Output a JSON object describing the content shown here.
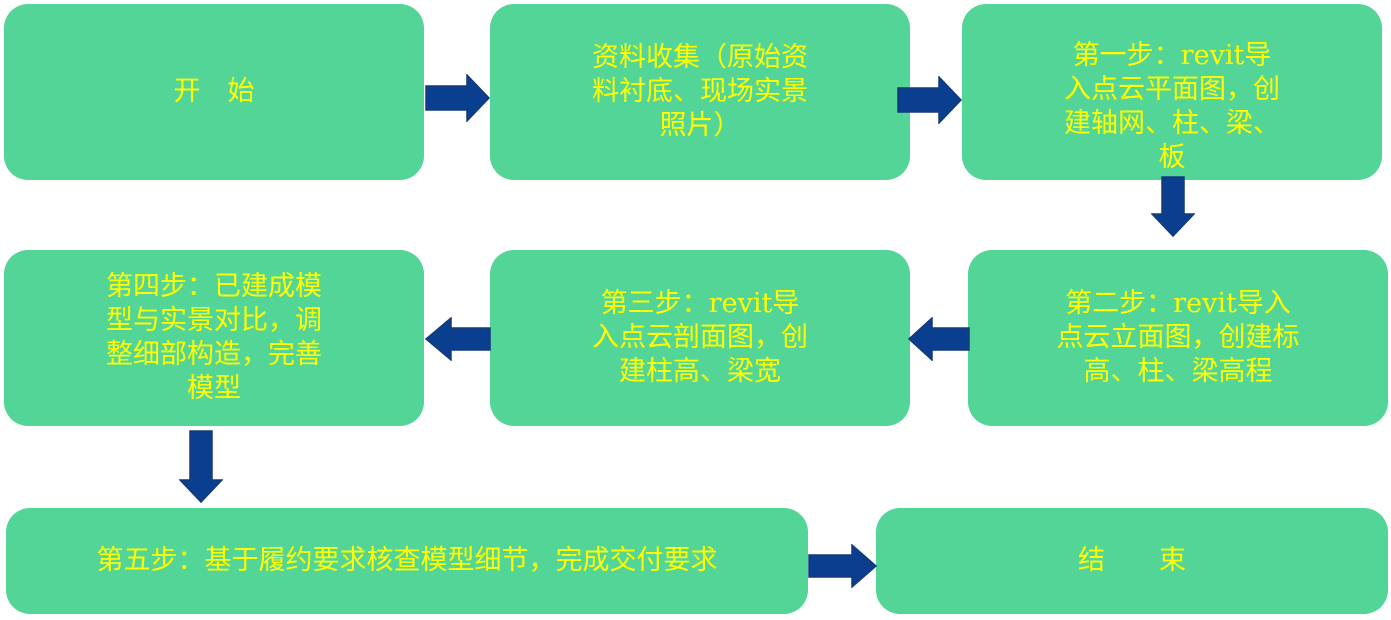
{
  "colors": {
    "box_fill": "#52d597",
    "text": "#ffff00",
    "arrow_fill": "#0a3f8f",
    "arrow_stroke": "#143a78"
  },
  "nodes": {
    "start": "开　始",
    "collect": "资料收集（原始资\n料衬底、现场实景\n照片）",
    "step1": "第一步：revit导\n入点云平面图，创\n建轴网、柱、梁、\n板",
    "step2": "第二步：revit导入\n点云立面图，创建标\n高、柱、梁高程",
    "step3": "第三步：revit导\n入点云剖面图，创\n建柱高、梁宽",
    "step4": "第四步：已建成模\n型与实景对比，调\n整细部构造，完善\n模型",
    "step5": "第五步：基于履约要求核查模型细节，完成交付要求",
    "end": "结　　束"
  },
  "edges": [
    {
      "from": "start",
      "to": "collect",
      "direction": "right"
    },
    {
      "from": "collect",
      "to": "step1",
      "direction": "right"
    },
    {
      "from": "step1",
      "to": "step2",
      "direction": "down"
    },
    {
      "from": "step2",
      "to": "step3",
      "direction": "left"
    },
    {
      "from": "step3",
      "to": "step4",
      "direction": "left"
    },
    {
      "from": "step4",
      "to": "step5",
      "direction": "down"
    },
    {
      "from": "step5",
      "to": "end",
      "direction": "right"
    }
  ]
}
